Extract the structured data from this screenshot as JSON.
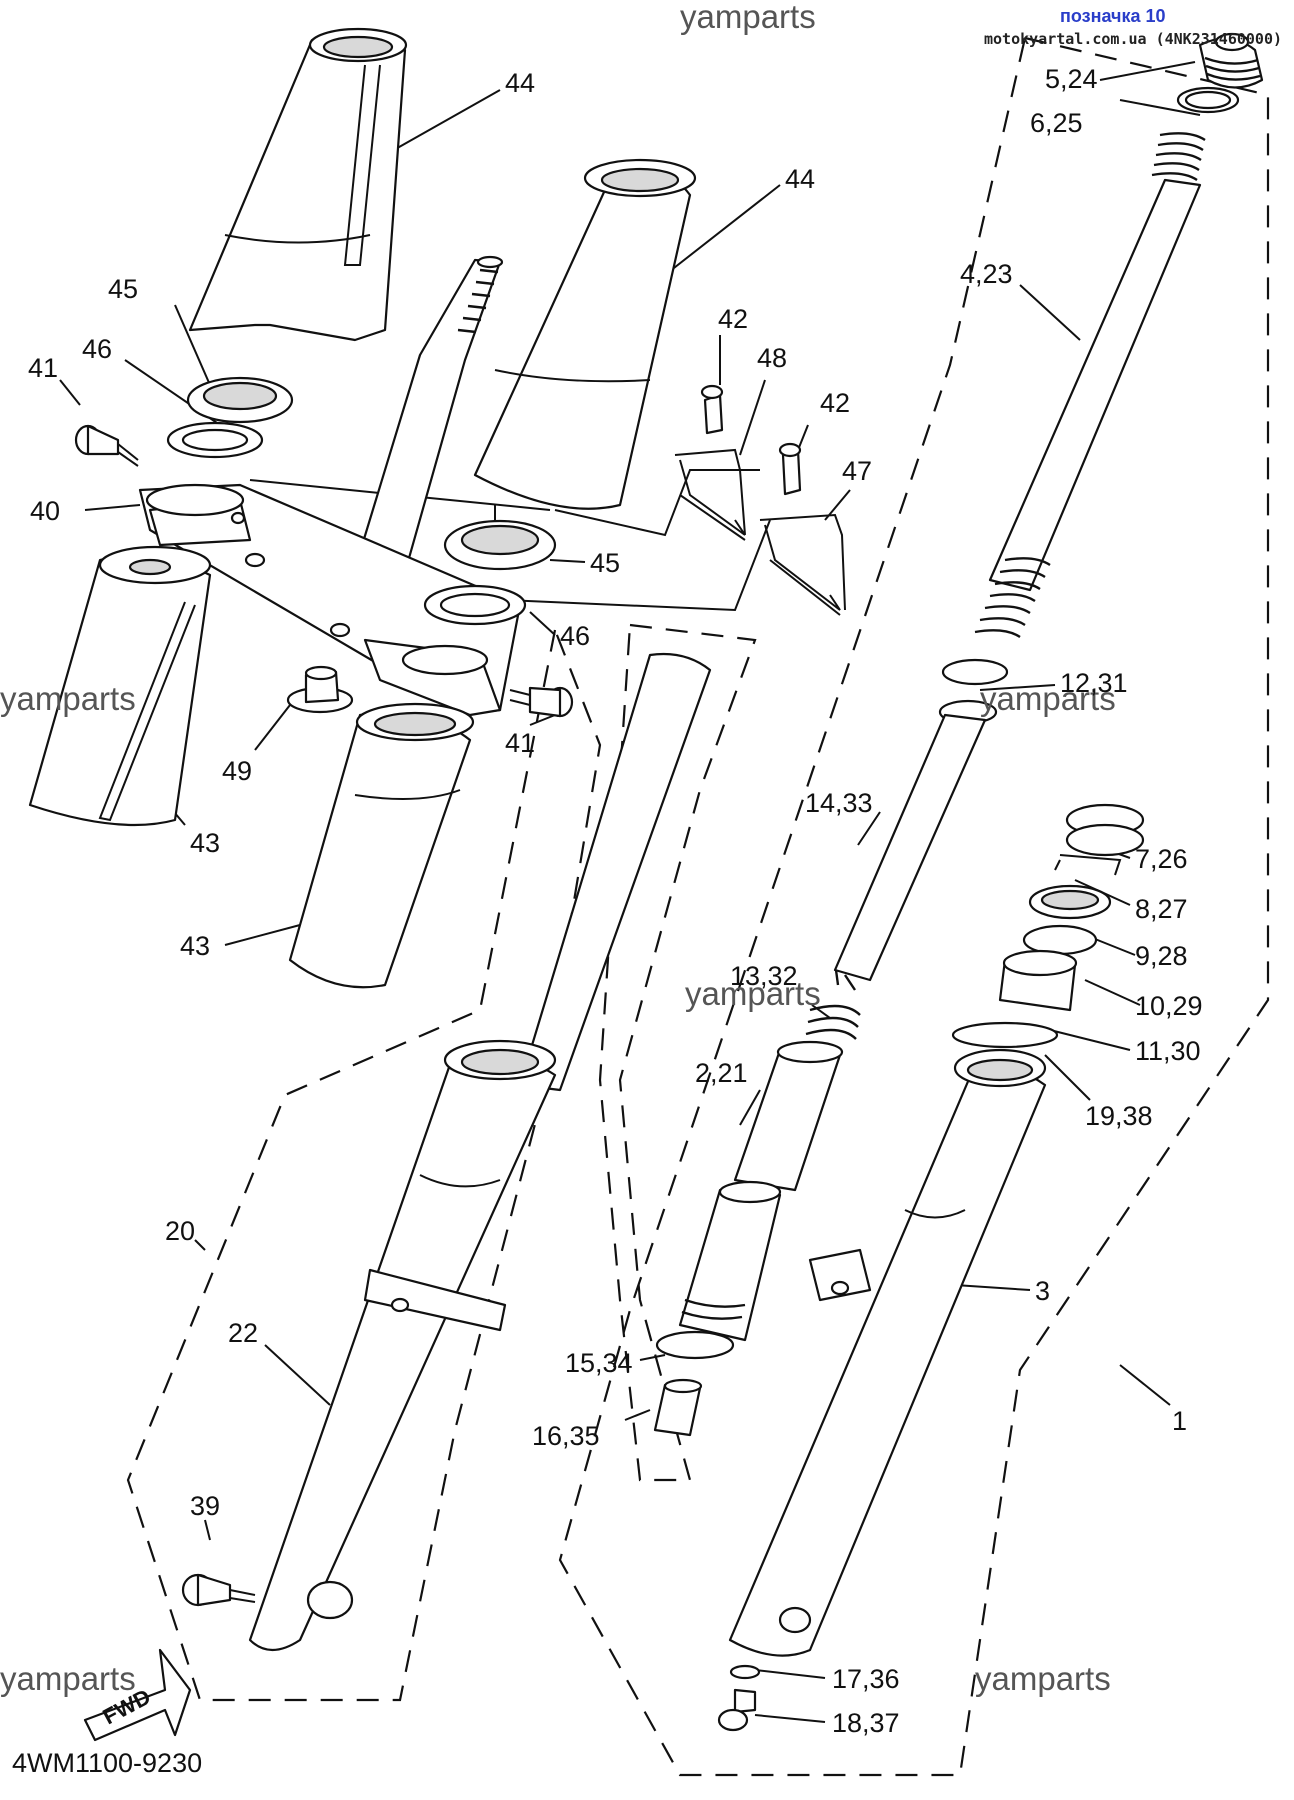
{
  "header": {
    "label": "позначка 10",
    "source": "motokyartal.com.ua (4NK231460000)"
  },
  "footer_code": "4WM1100-9230",
  "fwd_label": "FWD",
  "watermark": "yamparts",
  "callouts": [
    "44",
    "44",
    "5,24",
    "6,25",
    "4,23",
    "45",
    "46",
    "41",
    "42",
    "48",
    "42",
    "47",
    "40",
    "45",
    "46",
    "12,31",
    "41",
    "49",
    "43",
    "14,33",
    "7,26",
    "8,27",
    "9,28",
    "43",
    "13,32",
    "10,29",
    "11,30",
    "2,21",
    "19,38",
    "20",
    "3",
    "22",
    "15,34",
    "1",
    "16,35",
    "39",
    "17,36",
    "18,37"
  ]
}
